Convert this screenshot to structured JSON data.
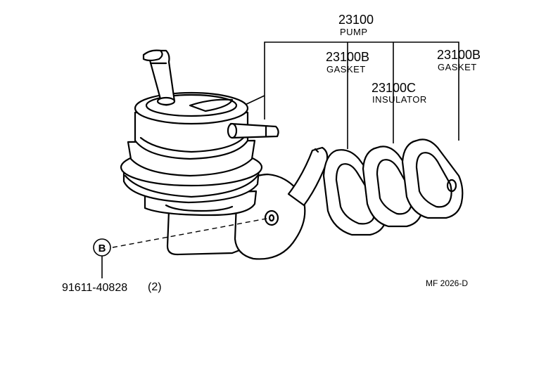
{
  "parts": {
    "pump": {
      "number": "23100",
      "name": "PUMP"
    },
    "gasket_a": {
      "number": "23100B",
      "name": "GASKET"
    },
    "insulator": {
      "number": "23100C",
      "name": "INSULATOR"
    },
    "gasket_b": {
      "number": "23100B",
      "name": "GASKET"
    }
  },
  "callout": {
    "letter": "B",
    "part_number": "91611-40828",
    "quantity": "(2)"
  },
  "figure_code": "MF 2026-D"
}
